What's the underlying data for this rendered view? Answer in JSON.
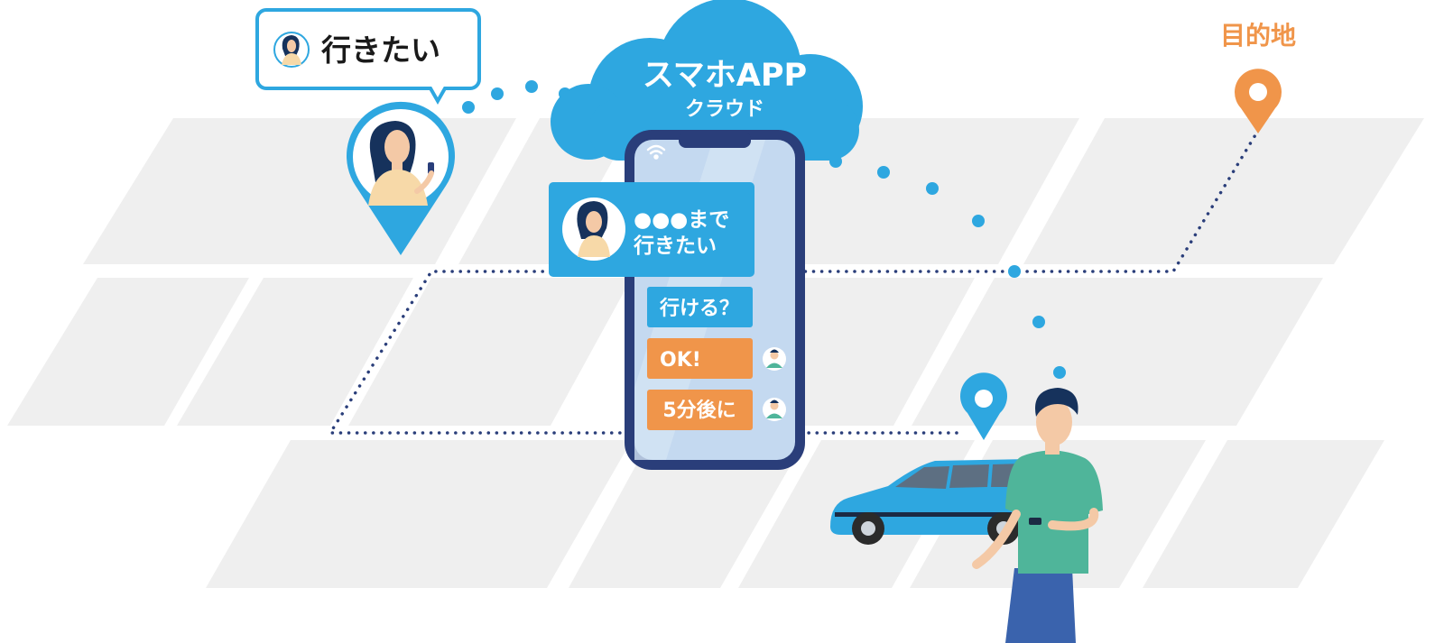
{
  "speech_bubble": {
    "text": "行きたい"
  },
  "cloud": {
    "title": "スマホAPP",
    "subtitle": "クラウド"
  },
  "destination": {
    "label": "目的地"
  },
  "phone": {
    "request_line1": "●●●まで",
    "request_line2": "行きたい",
    "messages": [
      {
        "text": "行ける？",
        "style": "blue"
      },
      {
        "text": "OK!",
        "style": "orange"
      },
      {
        "text": "5分後に",
        "style": "orange"
      }
    ]
  },
  "colors": {
    "blue": "#2ea7e0",
    "orange": "#f0954a",
    "navy": "#2a3e7a",
    "block": "#efefef",
    "screen": "#c4d9f0"
  }
}
